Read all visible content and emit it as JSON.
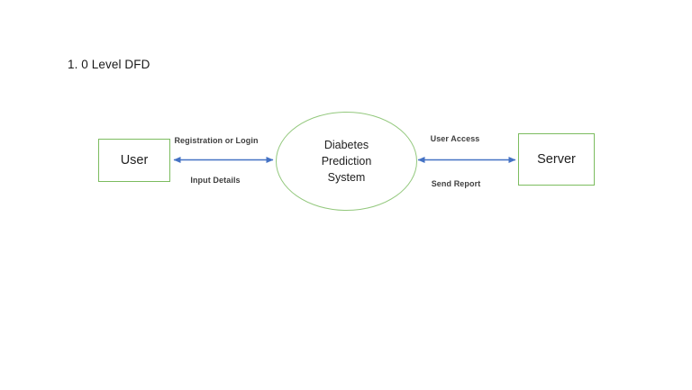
{
  "title": "1. 0 Level DFD",
  "diagram": {
    "type": "data-flow-diagram-level-0",
    "entities": [
      {
        "id": "user",
        "label": "User",
        "shape": "rectangle"
      },
      {
        "id": "process",
        "label": "Diabetes Prediction System",
        "shape": "ellipse"
      },
      {
        "id": "server",
        "label": "Server",
        "shape": "rectangle"
      }
    ],
    "flows": [
      {
        "from": "user",
        "to": "process",
        "bidirectional": true,
        "label_top": "Registration or Login",
        "label_bottom": "Input Details"
      },
      {
        "from": "process",
        "to": "server",
        "bidirectional": true,
        "label_top": "User Access",
        "label_bottom": "Send Report"
      }
    ]
  },
  "colors": {
    "rect_border_green": "#7cbc5f",
    "ellipse_border_green": "#93c87d",
    "arrow_blue": "#4472c4",
    "text_dark": "#212121",
    "label_gray": "#3f3f3f",
    "background": "#ffffff"
  }
}
